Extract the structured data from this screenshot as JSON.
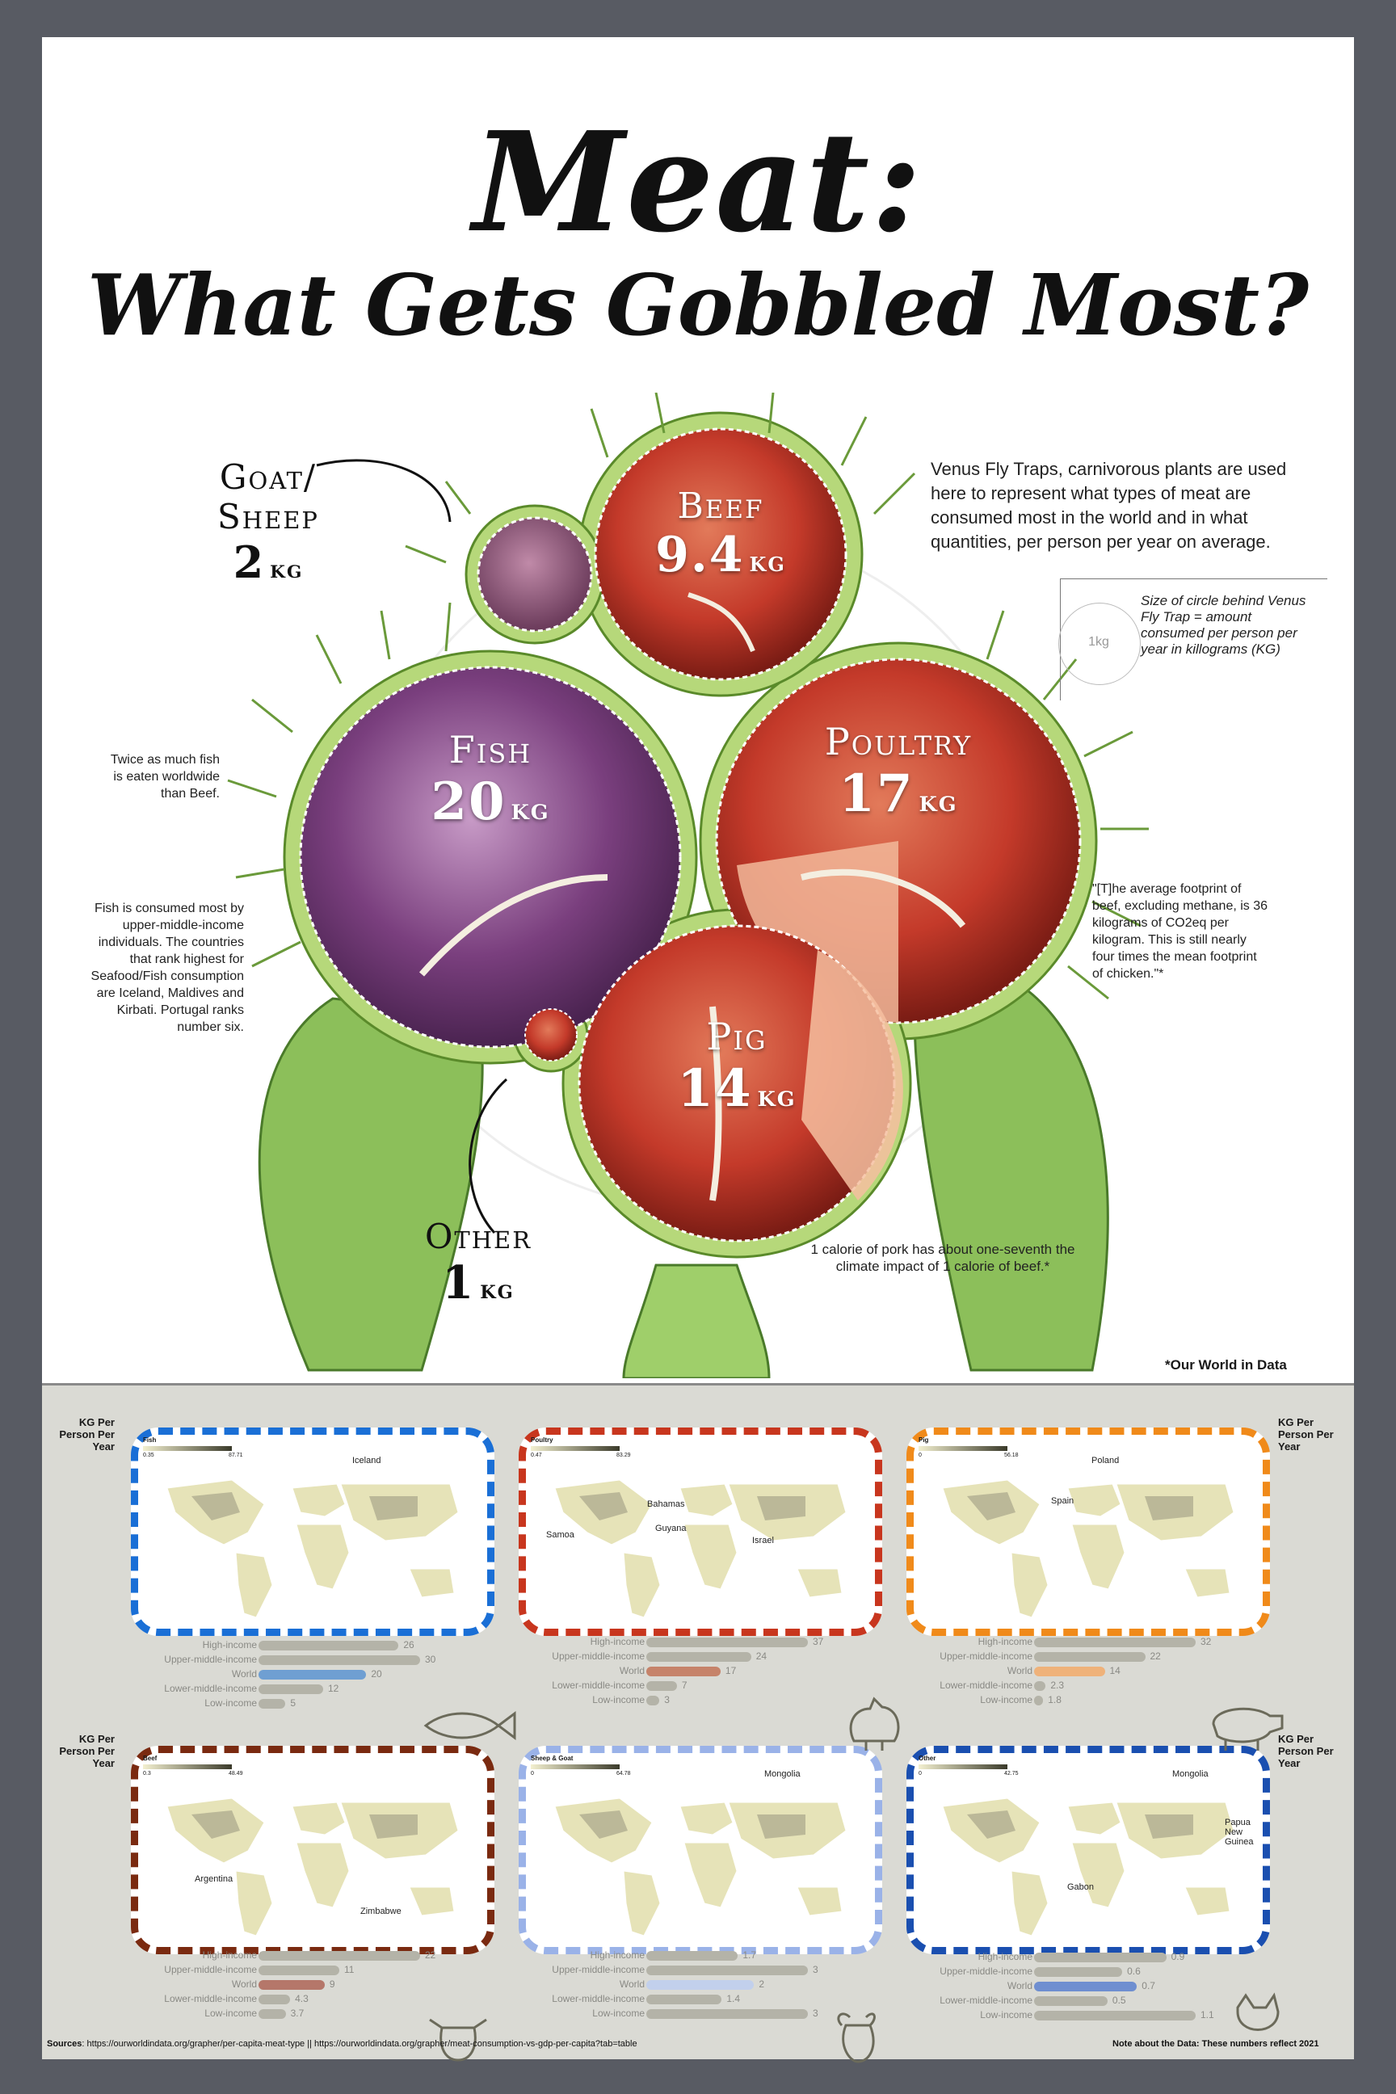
{
  "title_line1": "Meat:",
  "title_line2": "What Gets Gobbled Most?",
  "intro": "Venus Fly Traps, carnivorous plants are used here to represent what types of meat are consumed most in the world and in what quantities, per person per year on average.",
  "legend": {
    "circle_label": "1kg",
    "text": "Size of circle behind Venus Fly Trap = amount consumed per person per year in killograms (KG)"
  },
  "categories": {
    "goat_sheep": {
      "name": "Goat/ Sheep",
      "value": "2",
      "unit": "KG",
      "color": "#8a4a6a"
    },
    "beef": {
      "name": "Beef",
      "value": "9.4",
      "unit": "KG",
      "color": "#b8342a"
    },
    "fish": {
      "name": "Fish",
      "value": "20",
      "unit": "KG",
      "color": "#7a3f7e"
    },
    "poultry": {
      "name": "Poultry",
      "value": "17",
      "unit": "KG",
      "color": "#c43a2a"
    },
    "pig": {
      "name": "Pig",
      "value": "14",
      "unit": "KG",
      "color": "#c23b2b"
    },
    "other": {
      "name": "Other",
      "value": "1",
      "unit": "KG",
      "color": "#b03030"
    }
  },
  "notes": {
    "fish_twice": "Twice as much fish is eaten worldwide than Beef.",
    "fish_upper": "Fish is consumed most by upper-middle-income individuals. The countries that rank highest for Seafood/Fish consumption are Iceland, Maldives and Kirbati. Portugal ranks number six.",
    "beef_footprint": "\"[T]he average footprint of beef, excluding methane, is 36 kilograms of CO2eq per kilogram. This is still nearly four times the mean footprint of chicken.\"*",
    "pork_calorie": "1 calorie of pork has about one-seventh the climate impact of 1 calorie of beef.*",
    "source": "*Our World in Data"
  },
  "side_label": "KG Per Person Per Year",
  "panels": [
    {
      "id": "fish",
      "title": "Fish",
      "min": "0.35",
      "max": "87.71",
      "border": "#1a6fd6",
      "highlight": "#6f9fd2",
      "labels": [
        "Iceland"
      ],
      "bars": [
        {
          "label": "High-income",
          "value": 26
        },
        {
          "label": "Upper-middle-income",
          "value": 30
        },
        {
          "label": "World",
          "value": 20
        },
        {
          "label": "Lower-middle-income",
          "value": 12
        },
        {
          "label": "Low-income",
          "value": 5
        }
      ]
    },
    {
      "id": "poultry",
      "title": "Poultry",
      "min": "0.47",
      "max": "83.29",
      "border": "#c8361e",
      "highlight": "#c6836a",
      "labels": [
        "Bahamas",
        "Samoa",
        "Guyana",
        "Israel"
      ],
      "bars": [
        {
          "label": "High-income",
          "value": 37
        },
        {
          "label": "Upper-middle-income",
          "value": 24
        },
        {
          "label": "World",
          "value": 17
        },
        {
          "label": "Lower-middle-income",
          "value": 7
        },
        {
          "label": "Low-income",
          "value": 3
        }
      ]
    },
    {
      "id": "pig",
      "title": "Pig",
      "min": "0",
      "max": "56.18",
      "border": "#f08a1a",
      "highlight": "#efb27a",
      "labels": [
        "Poland",
        "Spain"
      ],
      "bars": [
        {
          "label": "High-income",
          "value": 32
        },
        {
          "label": "Upper-middle-income",
          "value": 22
        },
        {
          "label": "World",
          "value": 14
        },
        {
          "label": "Lower-middle-income",
          "value": 2.3
        },
        {
          "label": "Low-income",
          "value": 1.8
        }
      ]
    },
    {
      "id": "beef",
      "title": "Beef",
      "min": "0.3",
      "max": "48.49",
      "border": "#7a2a10",
      "highlight": "#b5776a",
      "labels": [
        "Argentina",
        "Zimbabwe"
      ],
      "bars": [
        {
          "label": "High-income",
          "value": 22
        },
        {
          "label": "Upper-middle-income",
          "value": 11
        },
        {
          "label": "World",
          "value": 9
        },
        {
          "label": "Lower-middle-income",
          "value": 4.3
        },
        {
          "label": "Low-income",
          "value": 3.7
        }
      ]
    },
    {
      "id": "sheep",
      "title": "Sheep & Goat",
      "min": "0",
      "max": "64.78",
      "border": "#9ab2e8",
      "highlight": "#c2d0ec",
      "labels": [
        "Mongolia"
      ],
      "bars": [
        {
          "label": "High-income",
          "value": 1.7
        },
        {
          "label": "Upper-middle-income",
          "value": 3
        },
        {
          "label": "World",
          "value": 2
        },
        {
          "label": "Lower-middle-income",
          "value": 1.4
        },
        {
          "label": "Low-income",
          "value": 3
        }
      ]
    },
    {
      "id": "other",
      "title": "Other",
      "min": "0",
      "max": "42.75",
      "border": "#1a4fb0",
      "highlight": "#6f8fd0",
      "labels": [
        "Mongolia",
        "Papua New Guinea",
        "Gabon"
      ],
      "bars": [
        {
          "label": "High-income",
          "value": 0.9
        },
        {
          "label": "Upper-middle-income",
          "value": 0.6
        },
        {
          "label": "World",
          "value": 0.7
        },
        {
          "label": "Lower-middle-income",
          "value": 0.5
        },
        {
          "label": "Low-income",
          "value": 1.1
        }
      ]
    }
  ],
  "footer": {
    "sources_label": "Sources",
    "sources_text": ": https://ourworldindata.org/grapher/per-capita-meat-type   ||  https://ourworldindata.org/grapher/meat-consumption-vs-gdp-per-capita?tab=table",
    "note": "Note about the Data: These numbers reflect 2021"
  }
}
